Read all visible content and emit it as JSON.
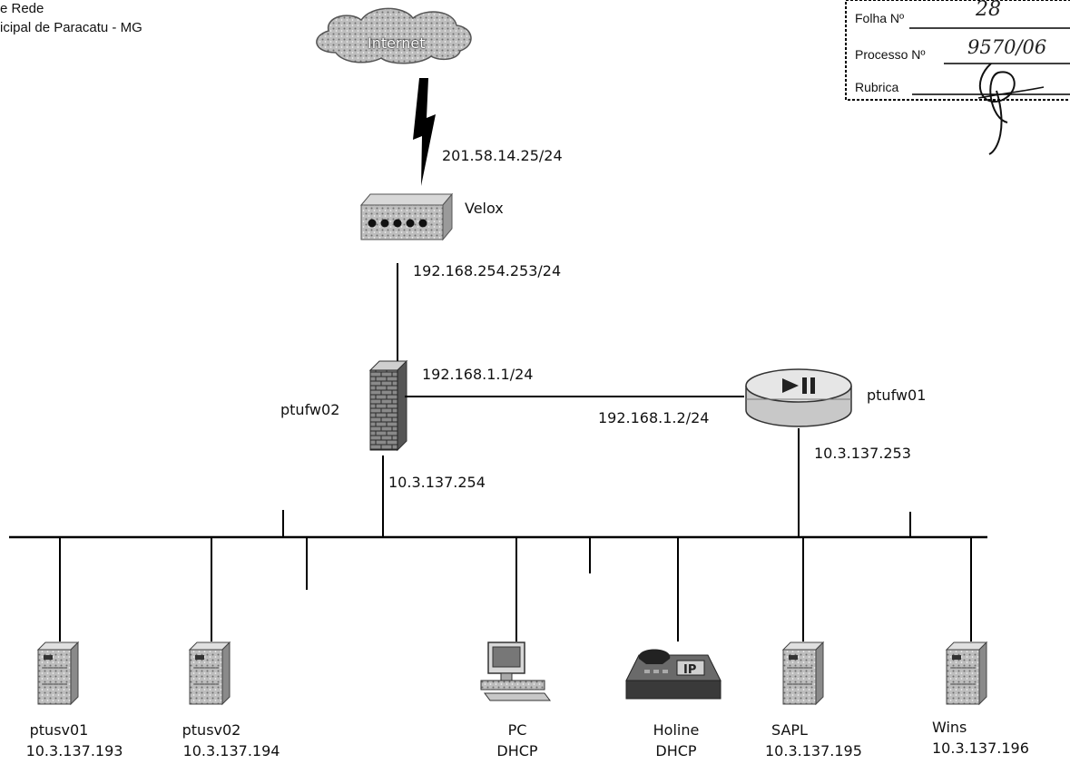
{
  "header": {
    "line1": "e Rede",
    "line2": "icipal de Paracatu - MG"
  },
  "stamp": {
    "folha_label": "Folha Nº",
    "folha_value": "28",
    "processo_label": "Processo Nº",
    "processo_value": "9570/06",
    "rubrica_label": "Rubrica"
  },
  "cloud": {
    "label": "Internet",
    "icon": "cloud-icon"
  },
  "links": {
    "wan_ip": "201.58.14.25/24",
    "modem_lan_ip": "192.168.254.253/24",
    "fw02_dmz_ip": "192.168.1.1/24",
    "fw01_dmz_ip": "192.168.1.2/24",
    "fw02_lan_ip": "10.3.137.254",
    "fw01_lan_ip": "10.3.137.253"
  },
  "devices": {
    "modem": {
      "name": "Velox",
      "icon": "modem-icon"
    },
    "fw02": {
      "name": "ptufw02",
      "icon": "firewall-icon"
    },
    "fw01": {
      "name": "ptufw01",
      "icon": "router-icon"
    }
  },
  "hosts": [
    {
      "name": "ptusv01",
      "addr": "10.3.137.193",
      "icon": "server-icon"
    },
    {
      "name": "ptusv02",
      "addr": "10.3.137.194",
      "icon": "server-icon"
    },
    {
      "name": "PC",
      "addr": "DHCP",
      "icon": "desktop-icon"
    },
    {
      "name": "Holine",
      "addr": "DHCP",
      "icon": "ip-phone-icon"
    },
    {
      "name": "SAPL",
      "addr": "10.3.137.195",
      "icon": "server-icon"
    },
    {
      "name": "Wins",
      "addr": "10.3.137.196",
      "icon": "server-icon"
    }
  ],
  "colors": {
    "line": "#000000",
    "device_grey": "#9a9a9a",
    "cloud": "#8c8c8c"
  }
}
